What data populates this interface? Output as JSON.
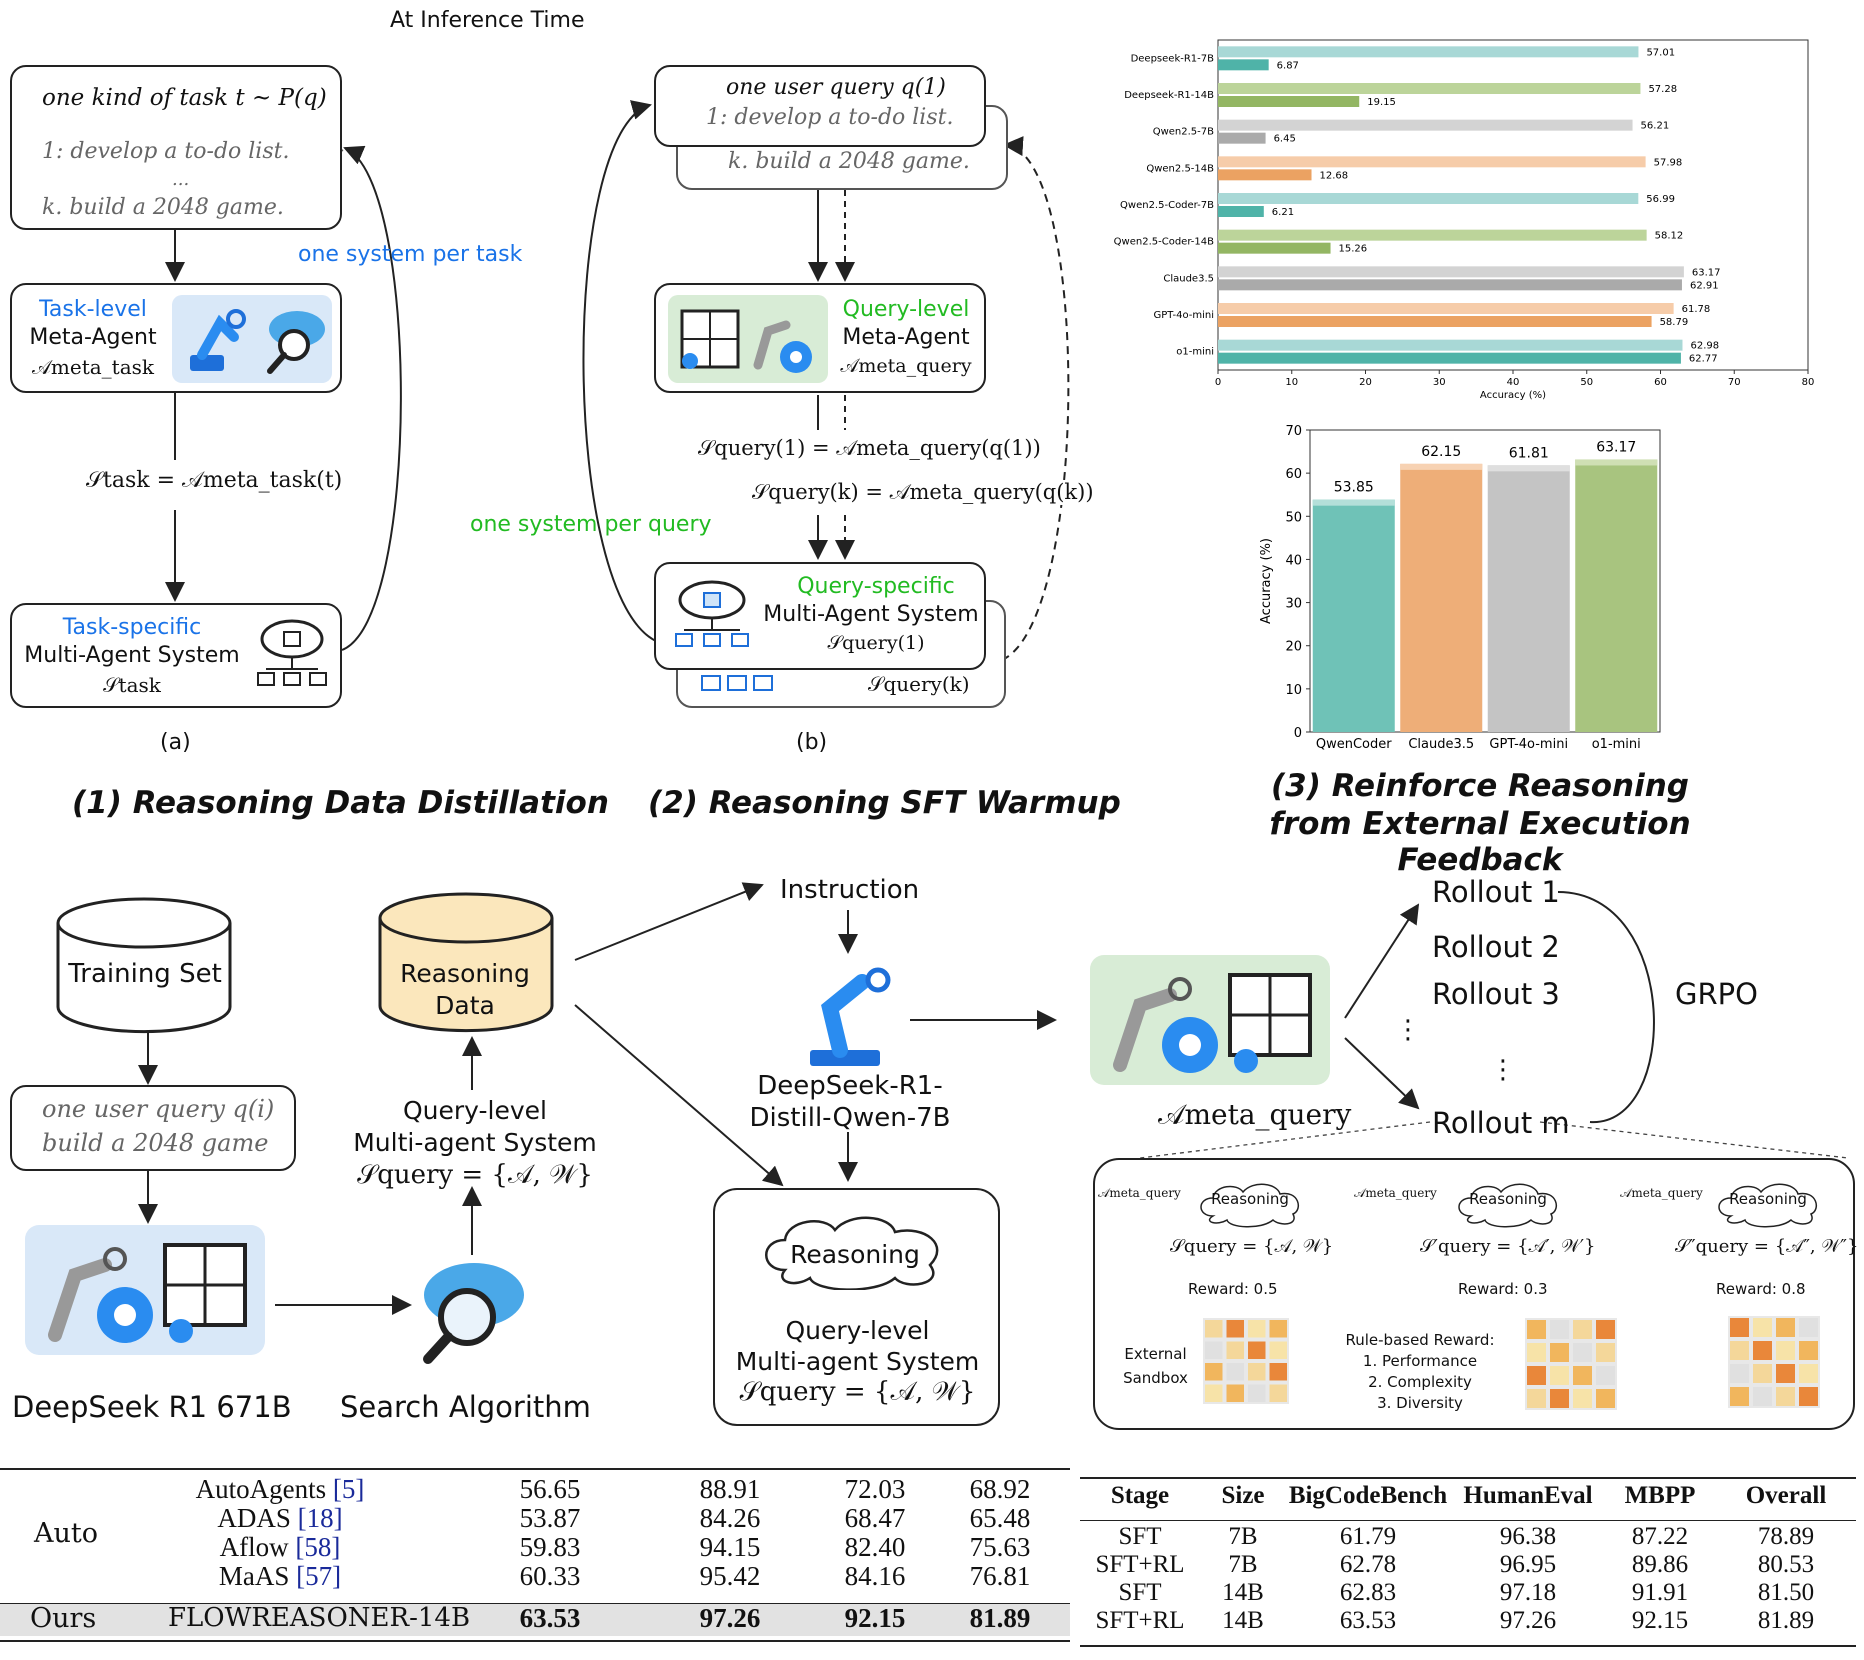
{
  "header": {
    "inference_title": "At Inference Time"
  },
  "panel_a": {
    "task_line": "one kind of task t ~ P(q)",
    "item1": "1: develop a to-do list.",
    "dots": "...",
    "itemk": "k. build a 2048 game.",
    "meta_title": "Task-level",
    "meta_sub": "Meta-Agent",
    "meta_sym": "𝒜meta_task",
    "eq": "𝒮task = 𝒜meta_task(t)",
    "annot": "one system per task",
    "mas_title": "Task-specific",
    "mas_sub": "Multi-Agent System",
    "mas_sym": "𝒮task",
    "caption": "(a)"
  },
  "panel_b": {
    "query_line": "one user query q(1)",
    "item1": "1: develop a to-do list.",
    "itemk": "k. build a 2048 game.",
    "meta_title": "Query-level",
    "meta_sub": "Meta-Agent",
    "meta_sym": "𝒜meta_query",
    "eq1": "𝒮query(1) = 𝒜meta_query(q(1))",
    "eqk": "𝒮query(k) = 𝒜meta_query(q(k))",
    "annot": "one system per query",
    "mas_title": "Query-specific",
    "mas_sub": "Multi-Agent System",
    "mas_sym1": "𝒮query(1)",
    "mas_symk": "𝒮query(k)",
    "caption": "(b)"
  },
  "chart_top": {
    "type": "bar",
    "orientation": "horizontal",
    "xlabel": "Accuracy (%)",
    "xlim": [
      0,
      80
    ],
    "xticks": [
      "0",
      "10",
      "20",
      "30",
      "40",
      "50",
      "60",
      "70",
      "80"
    ],
    "colors": [
      "#a8d8d6",
      "#4fb3a8",
      "#bcd49a",
      "#93b663",
      "#d3d3d3",
      "#aaaaaa",
      "#f6cca9",
      "#eba262"
    ],
    "categories": [
      "Deepseek-R1-7B",
      "Deepseek-R1-14B",
      "Qwen2.5-7B",
      "Qwen2.5-14B",
      "Qwen2.5-Coder-7B",
      "Qwen2.5-Coder-14B",
      "Claude3.5",
      "GPT-4o-mini",
      "o1-mini"
    ],
    "series": [
      {
        "values": [
          57.01,
          57.28,
          56.21,
          57.98,
          56.99,
          58.12,
          63.17,
          61.78,
          62.98
        ]
      },
      {
        "values": [
          6.87,
          19.15,
          6.45,
          12.68,
          6.21,
          15.26,
          62.91,
          58.79,
          62.77
        ]
      }
    ],
    "value_labels1": [
      "57.01",
      "57.28",
      "56.21",
      "57.98",
      "56.99",
      "58.12",
      "63.17",
      "61.78",
      "62.98"
    ],
    "value_labels2": [
      "6.87",
      "19.15",
      "6.45",
      "12.68",
      "6.21",
      "15.26",
      "62.91",
      "58.79",
      "62.77"
    ],
    "color_index": [
      0,
      2,
      4,
      6,
      0,
      2,
      4,
      6,
      0
    ]
  },
  "chart_bottom": {
    "type": "bar",
    "ylabel": "Accuracy (%)",
    "ylim": [
      0,
      70
    ],
    "yticks": [
      "0",
      "10",
      "20",
      "30",
      "40",
      "50",
      "60",
      "70"
    ],
    "categories": [
      "QwenCoder",
      "Claude3.5",
      "GPT-4o-mini",
      "o1-mini"
    ],
    "values": [
      53.85,
      62.15,
      61.81,
      63.17
    ],
    "value_labels": [
      "53.85",
      "62.15",
      "61.81",
      "63.17"
    ],
    "colors": [
      "#6fc2b7",
      "#eeae78",
      "#c4c4c4",
      "#a8c47f"
    ],
    "cap_colors": [
      "#b4dfd9",
      "#f7d2b3",
      "#dfdfdf",
      "#cfdfb4"
    ]
  },
  "sections": {
    "s1": "(1) Reasoning Data Distillation",
    "s2": "(2) Reasoning SFT Warmup",
    "s3_line1": "(3) Reinforce Reasoning",
    "s3_line2": "from External Execution Feedback"
  },
  "flow": {
    "training_set": "Training Set",
    "reasoning_data": "Reasoning Data",
    "query_line": "one user query q(i)",
    "query_item": "build a 2048 game",
    "ds_r1": "DeepSeek R1 671B",
    "search": "Search Algorithm",
    "ql_mas_1": "Query-level",
    "ql_mas_2": "Multi-agent System",
    "ql_mas_3": "𝒮query = {𝒜, 𝒲}",
    "instruction": "Instruction",
    "distill_1": "DeepSeek-R1-",
    "distill_2": "Distill-Qwen-7B",
    "reasoning": "Reasoning",
    "out_1": "Query-level",
    "out_2": "Multi-agent System",
    "out_3": "𝒮query = {𝒜, 𝒲}",
    "meta_query": "𝒜meta_query",
    "rollout1": "Rollout 1",
    "rollout2": "Rollout 2",
    "rollout3": "Rollout 3",
    "rolloutm": "Rollout m",
    "grpo": "GRPO"
  },
  "rl_detail": {
    "meta": "𝒜meta_query",
    "reasoning": "Reasoning",
    "s1": "𝒮query = {𝒜, 𝒲}",
    "s2": "𝒮′query = {𝒜′, 𝒲′}",
    "s3": "𝒮″query = {𝒜″, 𝒲″}",
    "reward1": "Reward: 0.5",
    "reward2": "Reward: 0.3",
    "reward3": "Reward: 0.8",
    "sandbox": "External Sandbox",
    "rule_title": "Rule-based Reward:",
    "rule1": "1. Performance",
    "rule2": "2. Complexity",
    "rule3": "3. Diversity"
  },
  "table_left": {
    "group": "Auto",
    "rows": [
      {
        "name": "AutoAgents",
        "ref": "[5]",
        "v": [
          "56.65",
          "88.91",
          "72.03",
          "68.92"
        ]
      },
      {
        "name": "ADAS",
        "ref": "[18]",
        "v": [
          "53.87",
          "84.26",
          "68.47",
          "65.48"
        ]
      },
      {
        "name": "Aflow",
        "ref": "[58]",
        "v": [
          "59.83",
          "94.15",
          "82.40",
          "75.63"
        ]
      },
      {
        "name": "MaAS",
        "ref": "[57]",
        "v": [
          "60.33",
          "95.42",
          "84.16",
          "76.81"
        ]
      }
    ],
    "ours_group": "Ours",
    "ours_name": "FLOWREASONER-14B",
    "ours_v": [
      "63.53",
      "97.26",
      "92.15",
      "81.89"
    ]
  },
  "table_right": {
    "headers": [
      "Stage",
      "Size",
      "BigCodeBench",
      "HumanEval",
      "MBPP",
      "Overall"
    ],
    "rows": [
      [
        "SFT",
        "7B",
        "61.79",
        "96.38",
        "87.22",
        "78.89"
      ],
      [
        "SFT+RL",
        "7B",
        "62.78",
        "96.95",
        "89.86",
        "80.53"
      ],
      [
        "SFT",
        "14B",
        "62.83",
        "97.18",
        "91.91",
        "81.50"
      ],
      [
        "SFT+RL",
        "14B",
        "63.53",
        "97.26",
        "92.15",
        "81.89"
      ]
    ]
  }
}
